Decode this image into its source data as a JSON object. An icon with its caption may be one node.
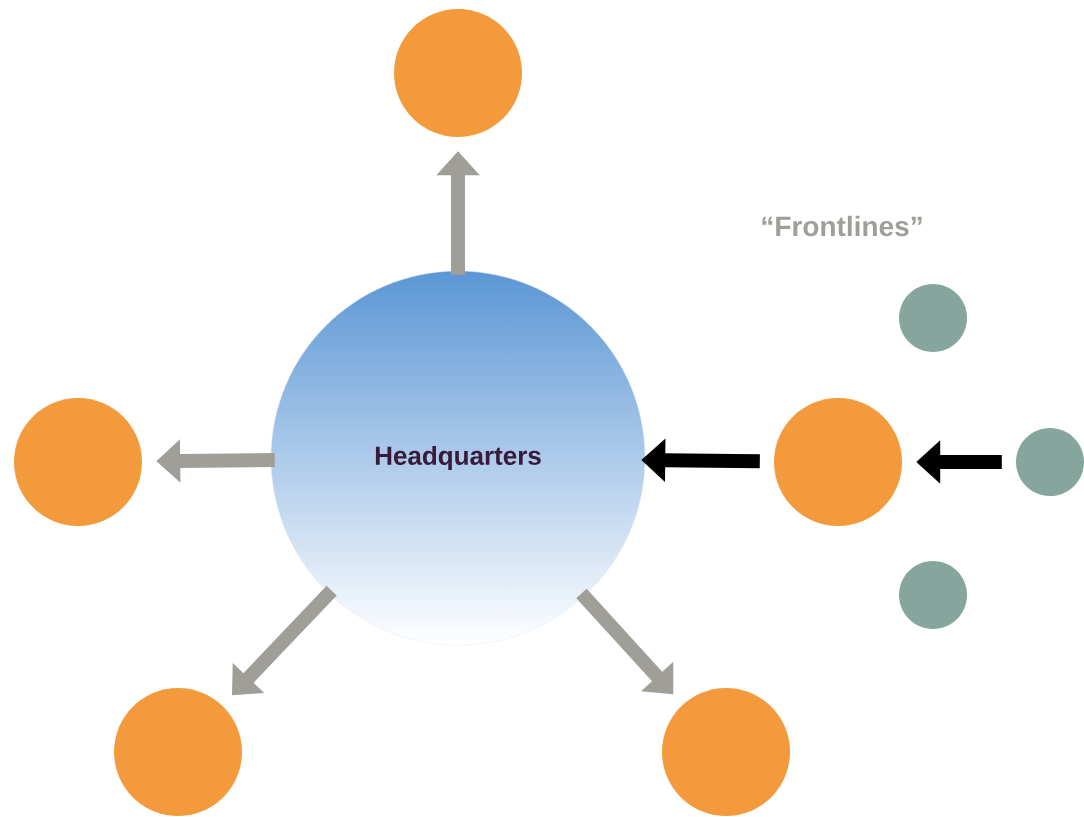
{
  "diagram": {
    "nodes": [
      {
        "text": [],
        "shape": "circle"
      },
      {
        "text": [
          "Headquarters"
        ]
      },
      {
        "text": [],
        "shape": "circle"
      },
      {
        "text": [],
        "shape": "circle"
      },
      {
        "text": [],
        "shape": "circle"
      },
      {
        "text": [],
        "shape": "circle"
      },
      {
        "text": [],
        "shape": "circle"
      },
      {
        "text": [],
        "shape": "circle"
      },
      {
        "text": [],
        "shape": "circle"
      }
    ],
    "edges": [
      {
        "from": 1,
        "to": 0,
        "arrow": "to"
      },
      {
        "from": 1,
        "to": 2,
        "arrow": "to"
      },
      {
        "from": 3,
        "to": 1,
        "arrow": "to",
        "color": "#000000"
      },
      {
        "from": 5,
        "to": 3,
        "arrow": "to",
        "color": "#000000"
      },
      {
        "from": 1,
        "to": 7,
        "arrow": "to"
      },
      {
        "from": 1,
        "to": 8,
        "arrow": "to"
      }
    ],
    "labels": [
      "“Frontlines”"
    ]
  }
}
